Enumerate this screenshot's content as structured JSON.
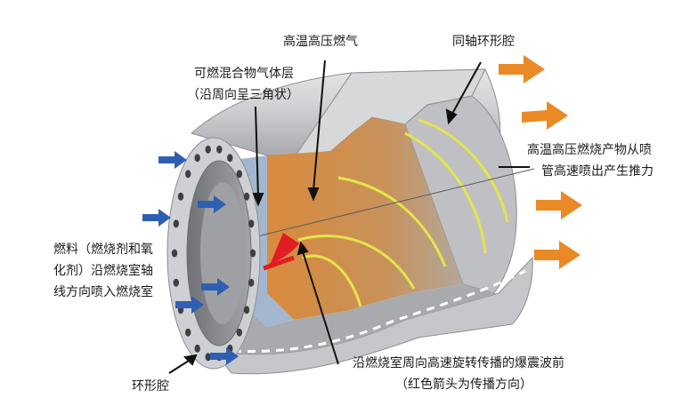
{
  "labels": {
    "high_temp_gas": "高温高压燃气",
    "coaxial_cavity": "同轴环形腔",
    "fuel_layer_line1": "可燃混合物气体层",
    "fuel_layer_line2": "（沿周向呈三角状）",
    "product_line1": "高温高压燃烧产物从喷",
    "product_line2": "管高速喷出产生推力",
    "injection_line1": "燃料（燃烧剂和氧",
    "injection_line2": "化剂）沿燃烧室轴",
    "injection_line3": "线方向喷入燃烧室",
    "detonation_line1": "沿燃烧室周向高速旋转传播的爆震波前",
    "detonation_line2": "（红色箭头为传播方向）",
    "annular_cavity": "环形腔"
  },
  "colors": {
    "outer_shell": "#c9cacd",
    "shell_shadow": "#9d9ea2",
    "inner_face": "#8a8c90",
    "gas_orange": "#d9873a",
    "fuel_blue": "#9db3cc",
    "wave_yellow": "#e3e64a",
    "detonation_red": "#e11d24",
    "inlet_arrow": "#2f5fb3",
    "exhaust_arrow": "#e98a26",
    "text": "#1a1a1a"
  },
  "icons": {
    "inlet": "blue-arrow-icon",
    "exhaust": "orange-arrow-icon",
    "propagation": "red-arrow-icon"
  }
}
